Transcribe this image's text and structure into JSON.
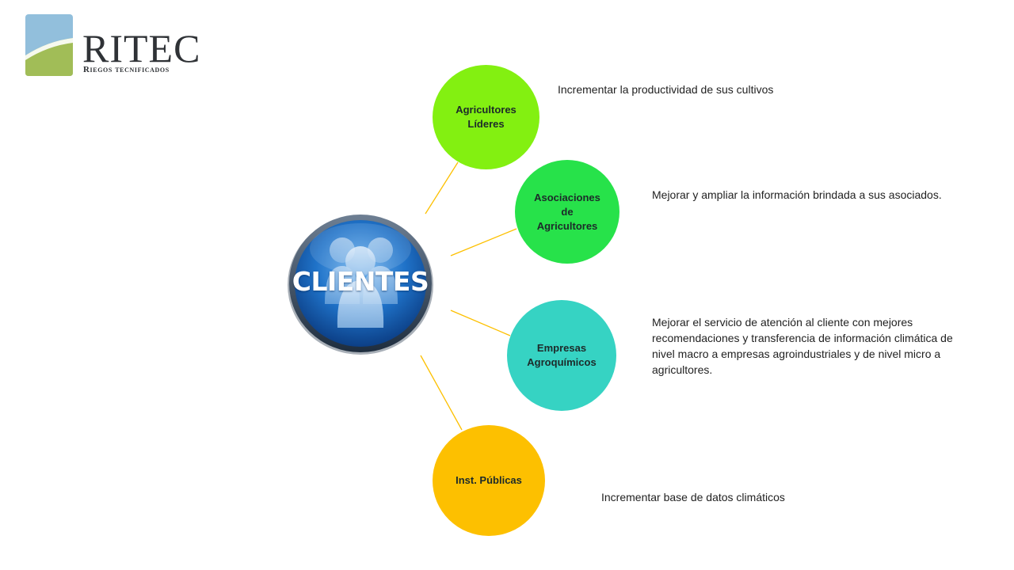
{
  "logo": {
    "name": "RITEC",
    "tagline": "Riegos tecnificados",
    "colors": {
      "blue": "#92bfdc",
      "green": "#a1bd57"
    }
  },
  "center": {
    "label": "CLIENTES",
    "icon": "people-group-icon",
    "color": "#1f72c8"
  },
  "connector_color": "#fdc000",
  "clients": [
    {
      "name": "Agricultores Líderes",
      "color": "#83f011",
      "description": "Incrementar la productividad de sus cultivos"
    },
    {
      "name": "Asociaciones de Agricultores",
      "color": "#27e24a",
      "description": "Mejorar y ampliar la información brindada a sus asociados."
    },
    {
      "name": "Empresas Agroquímicos",
      "color": "#36d3c3",
      "description": " Mejorar el servicio de atención al cliente con mejores recomendaciones y transferencia de información climática de nivel macro a empresas agroindustriales y de nivel micro a agricultores."
    },
    {
      "name": "Inst. Públicas",
      "color": "#fdc000",
      "description": "Incrementar base de datos climáticos"
    }
  ]
}
